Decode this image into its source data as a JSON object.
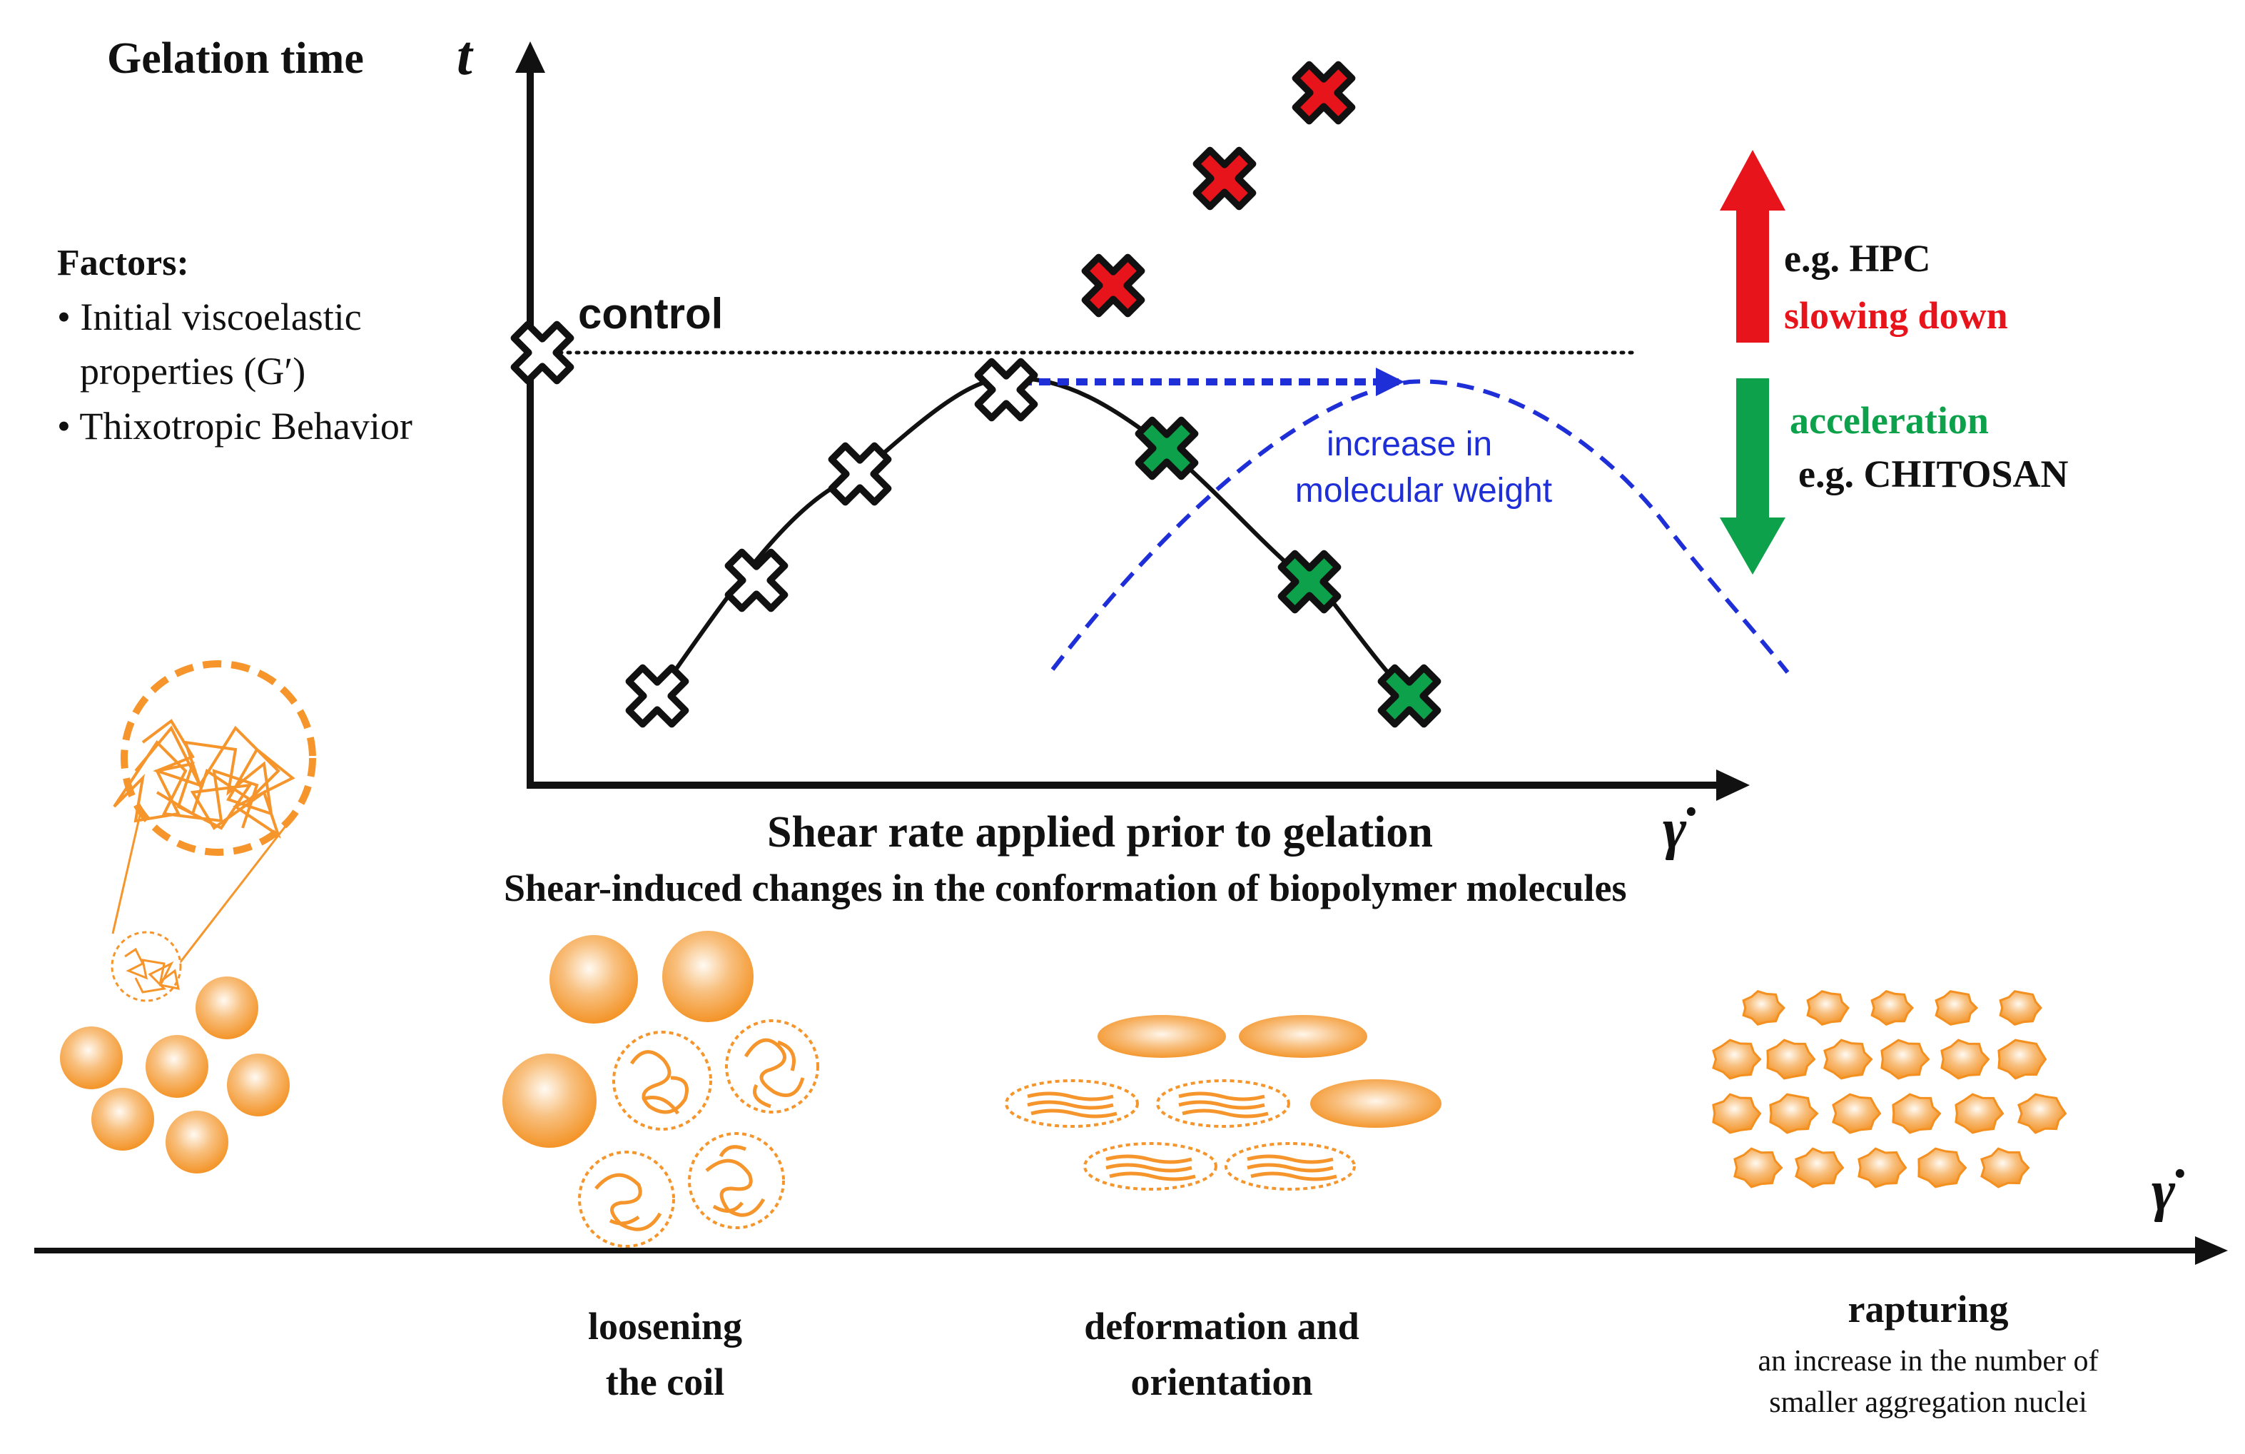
{
  "chart": {
    "y_axis_label": "Gelation time",
    "y_axis_symbol": "t",
    "x_axis_label": "Shear rate applied prior to gelation",
    "x_axis_symbol": "γ̇",
    "control_label": "control",
    "annotation_line1": "increase in",
    "annotation_line2": "molecular weight"
  },
  "factors": {
    "title": "Factors:",
    "item1_line1": "• Initial viscoelastic",
    "item1_line2": "properties (G′)",
    "item2": "• Thixotropic Behavior"
  },
  "legend": {
    "up_line1": "e.g. HPC",
    "up_line2": "slowing down",
    "down_line1": "acceleration",
    "down_line2": "e.g. CHITOSAN",
    "up_color": "#e8141b",
    "down_color": "#0ca14a"
  },
  "lower": {
    "subtitle": "Shear-induced  changes in the conformation of biopolymer molecules",
    "axis_symbol": "γ̇",
    "stage1_line1": "loosening",
    "stage1_line2": "the coil",
    "stage2_line1": "deformation and",
    "stage2_line2": "orientation",
    "stage3_title": "rapturing",
    "stage3_line1": "an increase in the number of",
    "stage3_line2": "smaller aggregation nuclei"
  },
  "colors": {
    "orange": "#f5952b",
    "blue": "#1f2fd8",
    "red": "#e8141b",
    "green": "#0ca14a"
  }
}
